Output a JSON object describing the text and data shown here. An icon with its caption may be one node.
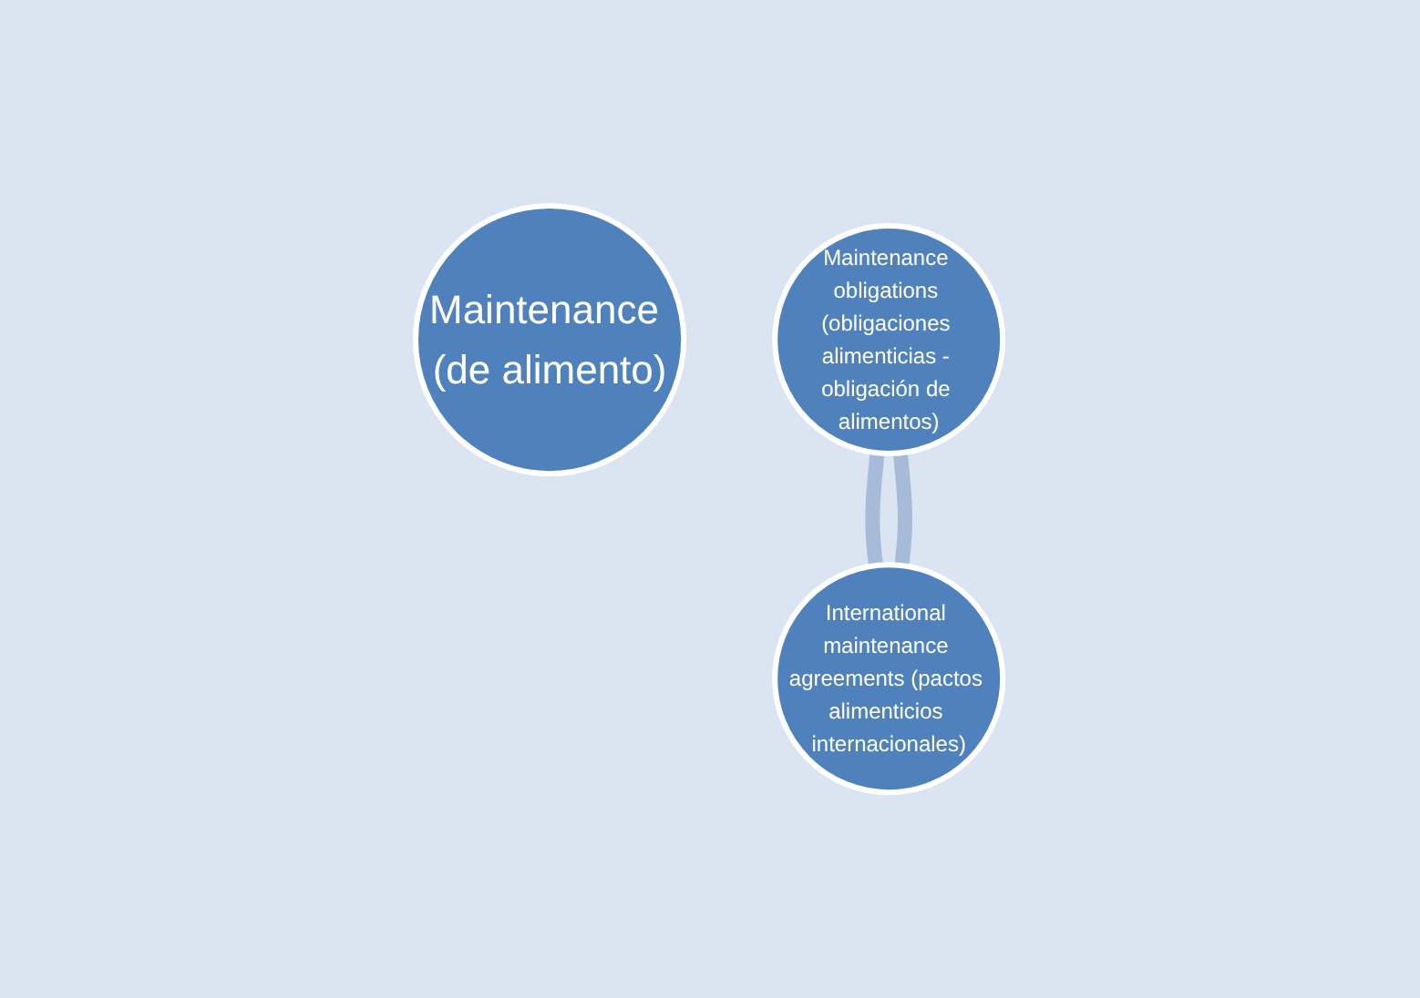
{
  "diagram": {
    "nodes": [
      {
        "text": [
          "Maintenance (de alimento)"
        ]
      },
      {
        "text": [
          "Maintenance obligations (obligaciones alimenticias - obligación de alimentos)"
        ]
      },
      {
        "text": [
          "International maintenance agreements (pactos alimenticios internacionales)"
        ]
      }
    ],
    "edges": [
      {
        "from": 1,
        "to": 2,
        "arrow": "none"
      },
      {
        "from": 1,
        "to": 2,
        "arrow": "none"
      }
    ]
  }
}
